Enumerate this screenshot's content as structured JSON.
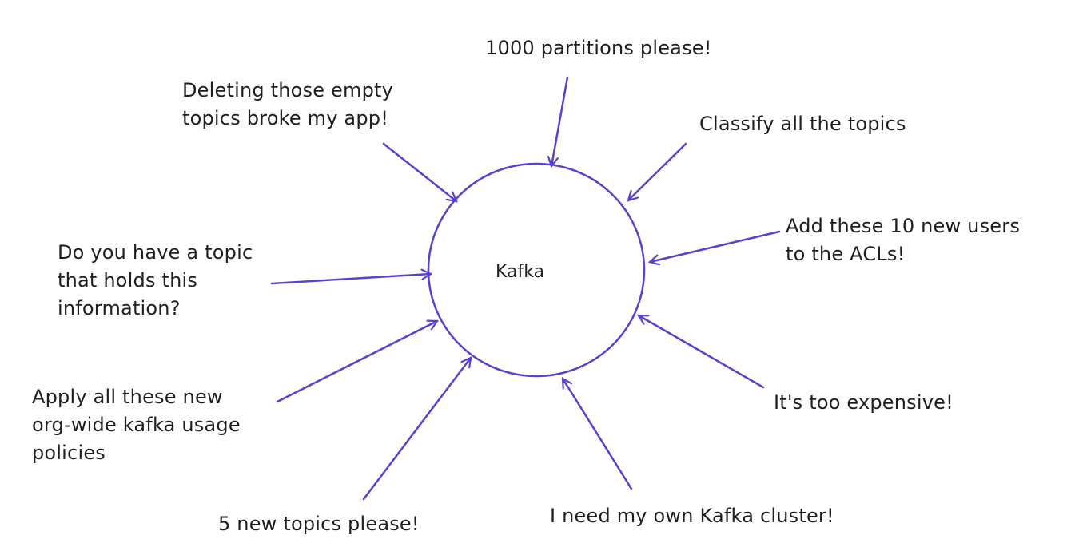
{
  "diagram": {
    "center_label": "Kafka",
    "accent_color": "#5b3fd0",
    "requests": [
      {
        "id": "partitions",
        "lines": [
          "1000 partitions please!"
        ]
      },
      {
        "id": "deleting",
        "lines": [
          "Deleting those empty",
          "topics broke my app!"
        ]
      },
      {
        "id": "classify",
        "lines": [
          "Classify all the topics"
        ]
      },
      {
        "id": "acls",
        "lines": [
          "Add these 10 new users",
          "to the ACLs!"
        ]
      },
      {
        "id": "topic-info",
        "lines": [
          "Do you have a topic",
          "that holds this",
          "information?"
        ]
      },
      {
        "id": "policies",
        "lines": [
          "Apply all these new",
          "org-wide kafka usage",
          "policies"
        ]
      },
      {
        "id": "expensive",
        "lines": [
          "It's too expensive!"
        ]
      },
      {
        "id": "own-cluster",
        "lines": [
          "I need my own Kafka cluster!"
        ]
      },
      {
        "id": "new-topics",
        "lines": [
          "5 new topics please!"
        ]
      }
    ]
  }
}
